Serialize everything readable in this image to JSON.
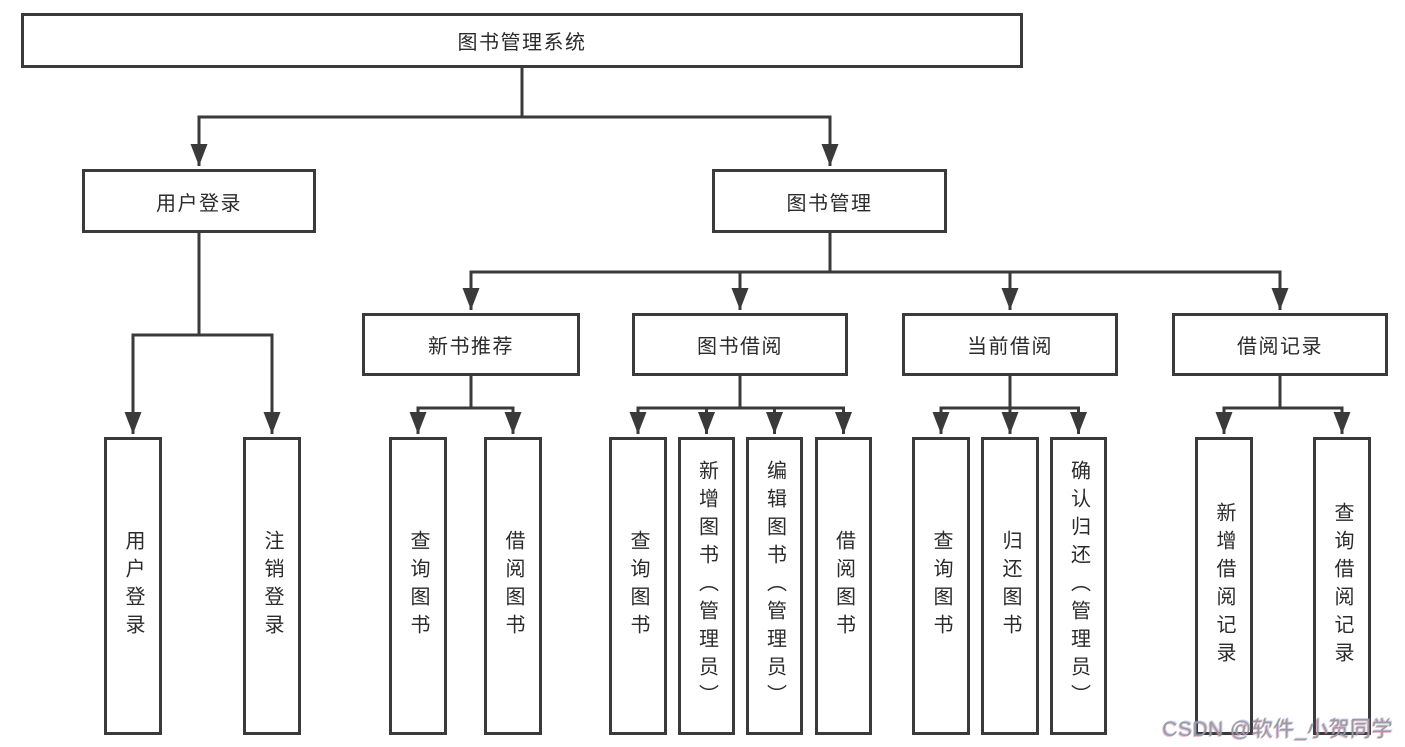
{
  "diagram": {
    "title_hint": "functional structure tree",
    "root": {
      "label": "图书管理系统"
    },
    "level2": [
      {
        "id": "user-login",
        "label": "用户登录"
      },
      {
        "id": "book-management",
        "label": "图书管理"
      }
    ],
    "level3": [
      {
        "id": "new-book-recommend",
        "label": "新书推荐"
      },
      {
        "id": "book-borrowing",
        "label": "图书借阅"
      },
      {
        "id": "current-borrowing",
        "label": "当前借阅"
      },
      {
        "id": "borrowing-records",
        "label": "借阅记录"
      }
    ],
    "leaves": {
      "user_login": [
        {
          "label": "用户登录"
        },
        {
          "label": "注销登录"
        }
      ],
      "new_book": [
        {
          "label": "查询图书"
        },
        {
          "label": "借阅图书"
        }
      ],
      "book_borrowing": [
        {
          "label": "查询图书"
        },
        {
          "label": "新增图书（管理员）"
        },
        {
          "label": "编辑图书（管理员）"
        },
        {
          "label": "借阅图书"
        }
      ],
      "current_borrowing": [
        {
          "label": "查询图书"
        },
        {
          "label": "归还图书"
        },
        {
          "label": "确认归还（管理员）"
        }
      ],
      "borrowing_records": [
        {
          "label": "新增借阅记录"
        },
        {
          "label": "查询借阅记录"
        }
      ]
    }
  },
  "watermark": {
    "text": "CSDN @软件_小贺同学"
  },
  "colors": {
    "line": "#3a3a3a",
    "text": "#2b2b2b",
    "background": "#ffffff",
    "watermark": "#9b9b9b"
  }
}
